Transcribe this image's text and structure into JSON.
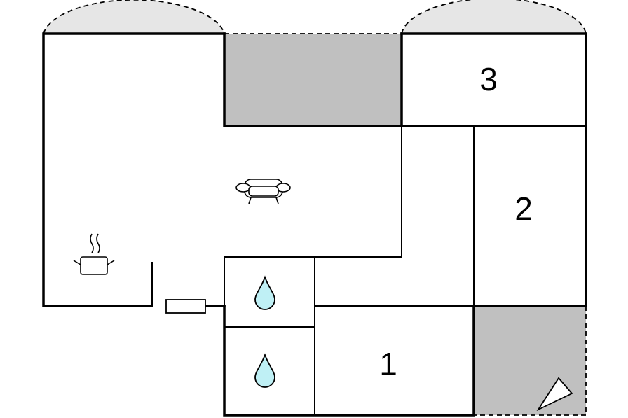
{
  "floor_plan": {
    "rooms": [
      {
        "label": "3"
      },
      {
        "label": "2"
      },
      {
        "label": "1"
      }
    ],
    "icons": [
      "sofa-icon",
      "cooking-pot-icon",
      "water-drop-icon",
      "water-drop-icon",
      "window-icon",
      "compass-icon"
    ],
    "colors": {
      "wall": "#000000",
      "terrace": "#c0c0c0",
      "balcony_arc": "#e6e6e6",
      "water": "#bff0f5"
    }
  }
}
